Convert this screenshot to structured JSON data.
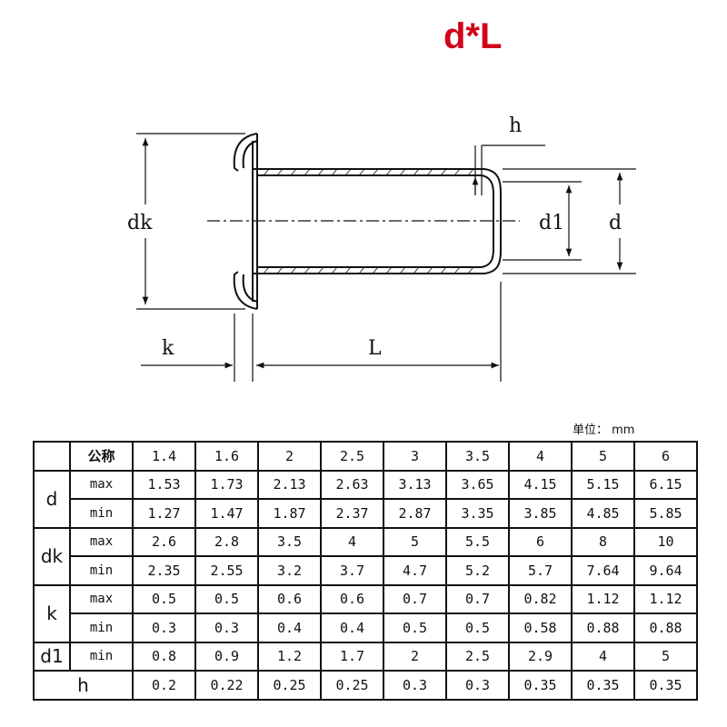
{
  "title": {
    "text": "d*L",
    "color": "#d0021b"
  },
  "drawing": {
    "labels": {
      "h": "h",
      "dk": "dk",
      "d1": "d1",
      "d": "d",
      "k": "k",
      "L": "L"
    }
  },
  "unit_label": "单位： mm",
  "table": {
    "header_label": "公称",
    "sizes": [
      "1.4",
      "1.6",
      "2",
      "2.5",
      "3",
      "3.5",
      "4",
      "5",
      "6"
    ],
    "groups": [
      {
        "param": "d",
        "rows": [
          {
            "sub": "max",
            "values": [
              "1.53",
              "1.73",
              "2.13",
              "2.63",
              "3.13",
              "3.65",
              "4.15",
              "5.15",
              "6.15"
            ]
          },
          {
            "sub": "min",
            "values": [
              "1.27",
              "1.47",
              "1.87",
              "2.37",
              "2.87",
              "3.35",
              "3.85",
              "4.85",
              "5.85"
            ]
          }
        ]
      },
      {
        "param": "dk",
        "rows": [
          {
            "sub": "max",
            "values": [
              "2.6",
              "2.8",
              "3.5",
              "4",
              "5",
              "5.5",
              "6",
              "8",
              "10"
            ]
          },
          {
            "sub": "min",
            "values": [
              "2.35",
              "2.55",
              "3.2",
              "3.7",
              "4.7",
              "5.2",
              "5.7",
              "7.64",
              "9.64"
            ]
          }
        ]
      },
      {
        "param": "k",
        "rows": [
          {
            "sub": "max",
            "values": [
              "0.5",
              "0.5",
              "0.6",
              "0.6",
              "0.7",
              "0.7",
              "0.82",
              "1.12",
              "1.12"
            ]
          },
          {
            "sub": "min",
            "values": [
              "0.3",
              "0.3",
              "0.4",
              "0.4",
              "0.5",
              "0.5",
              "0.58",
              "0.88",
              "0.88"
            ]
          }
        ]
      },
      {
        "param": "d1",
        "rows": [
          {
            "sub": "min",
            "values": [
              "0.8",
              "0.9",
              "1.2",
              "1.7",
              "2",
              "2.5",
              "2.9",
              "4",
              "5"
            ]
          }
        ]
      },
      {
        "param": "h",
        "rows": [
          {
            "sub": "",
            "values": [
              "0.2",
              "0.22",
              "0.25",
              "0.25",
              "0.3",
              "0.3",
              "0.35",
              "0.35",
              "0.35"
            ]
          }
        ]
      }
    ]
  }
}
